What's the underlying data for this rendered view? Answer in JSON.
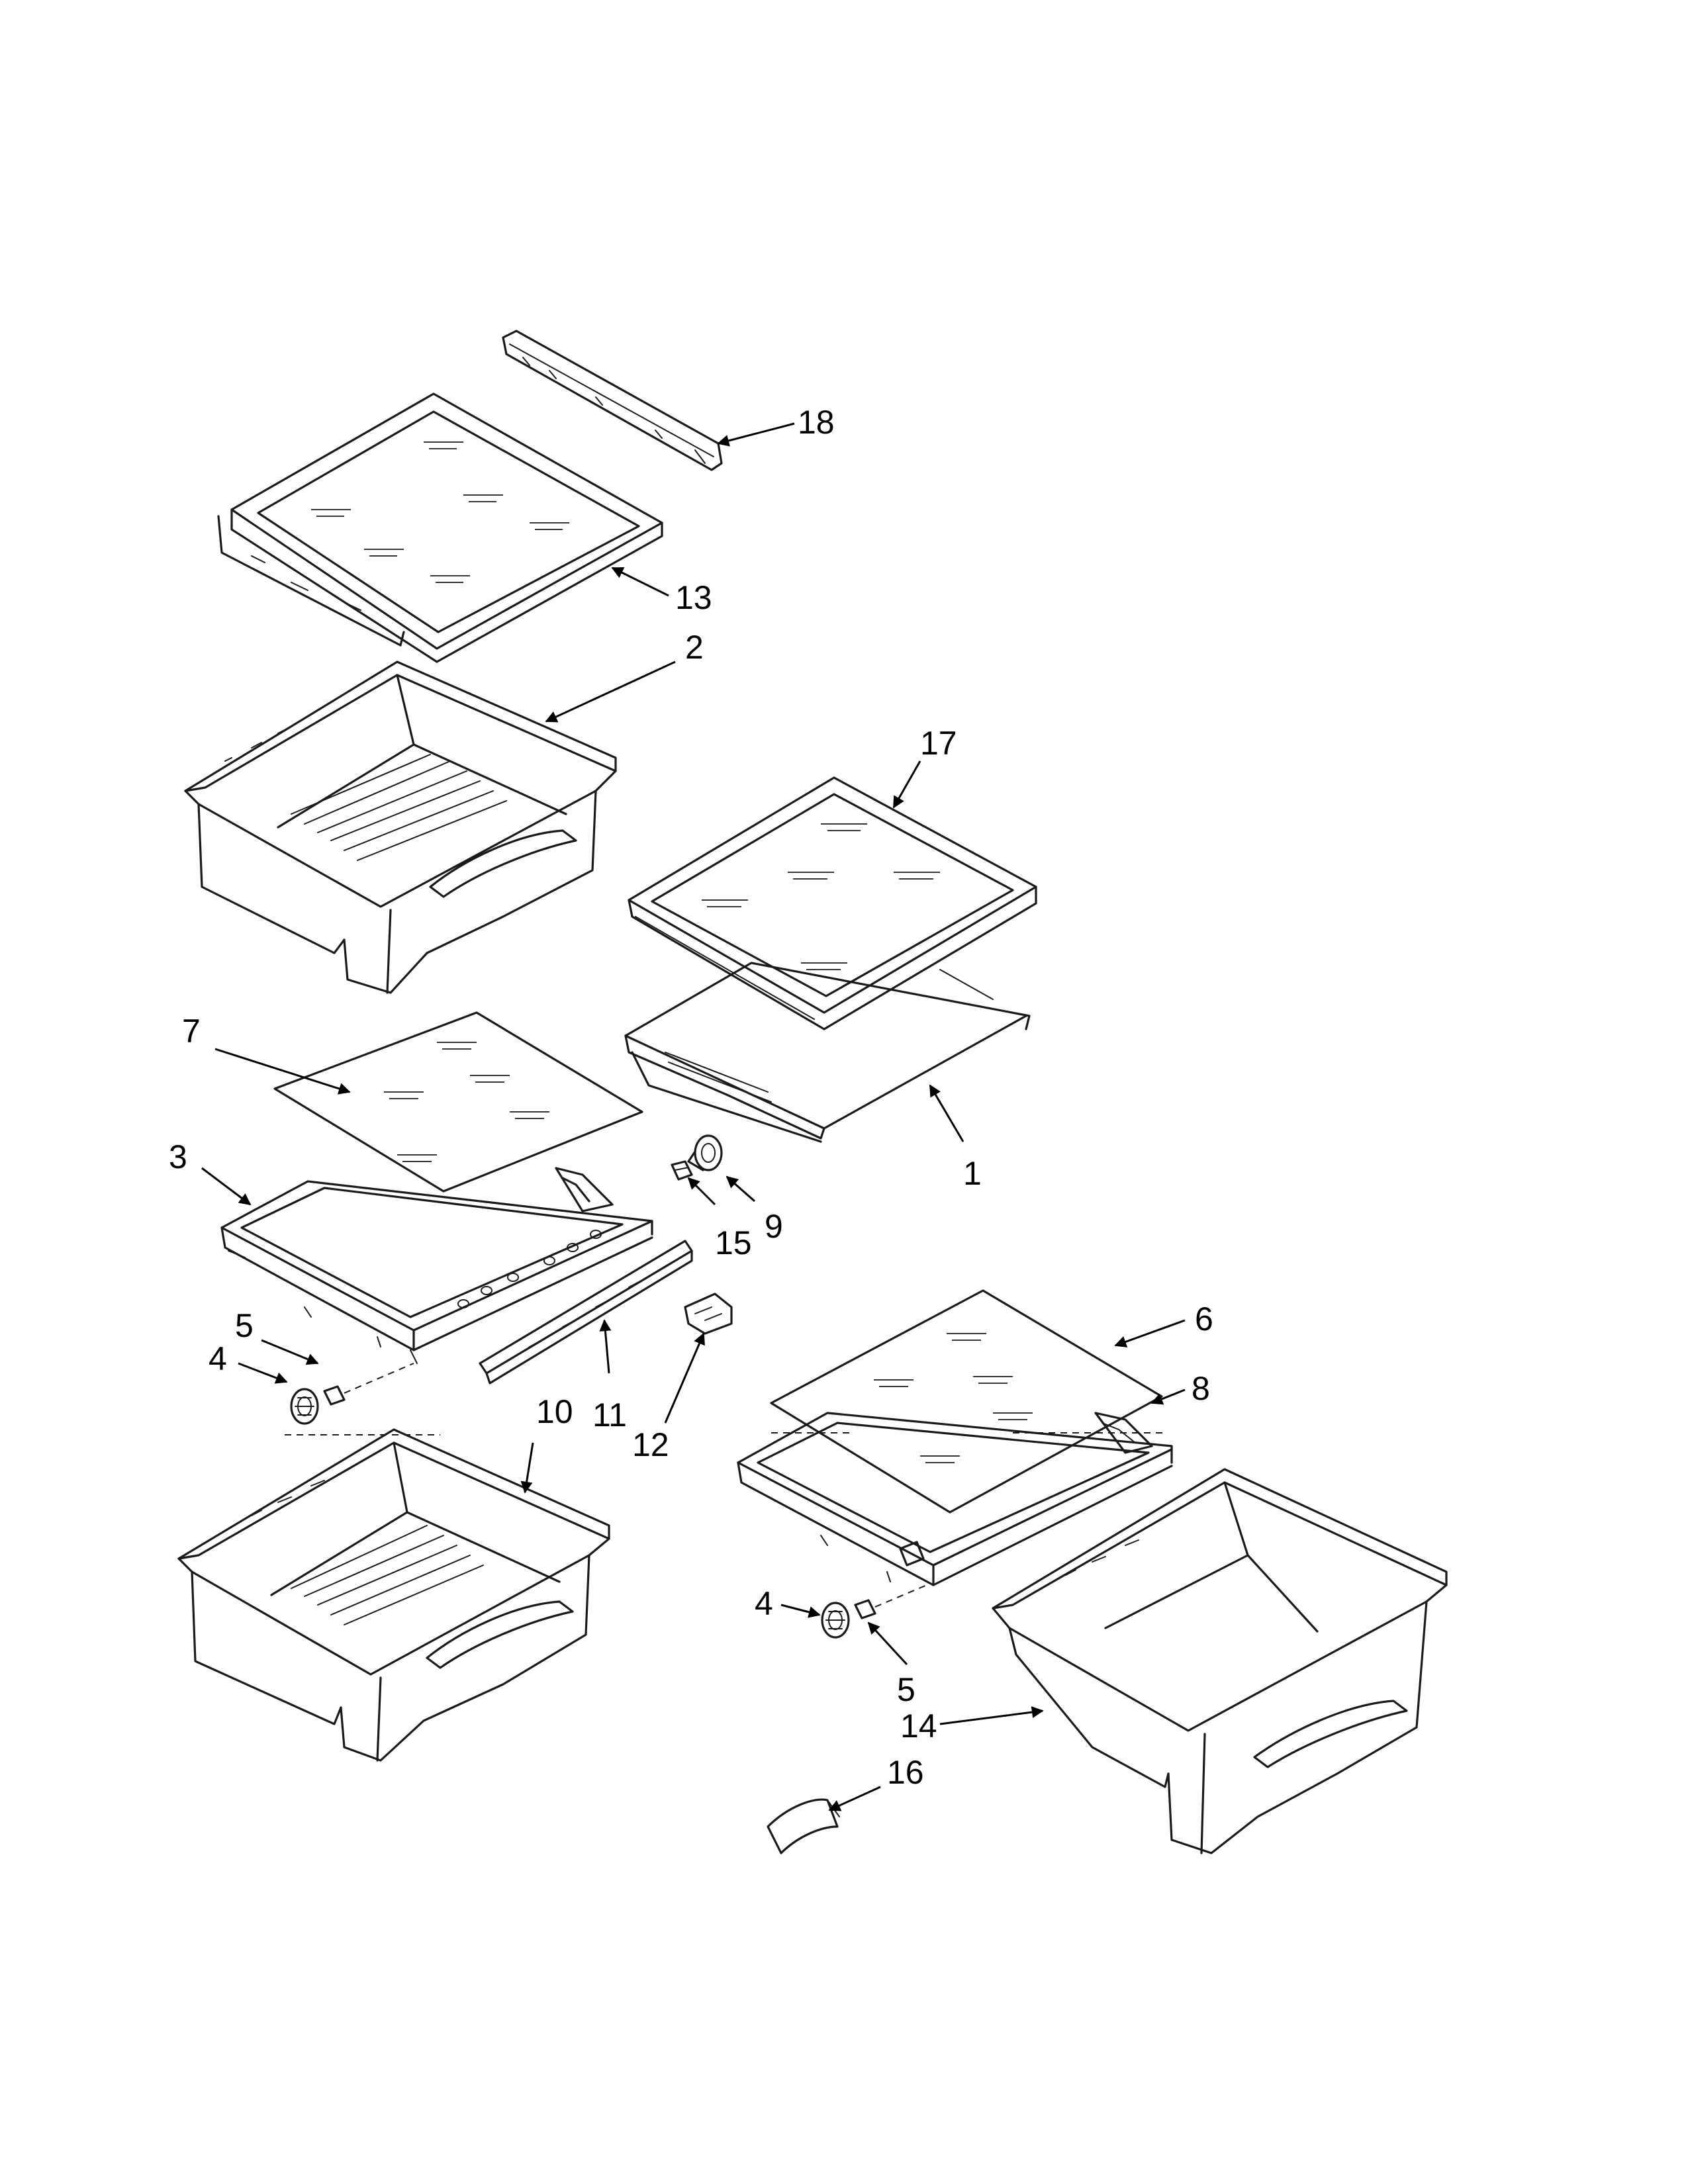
{
  "labels": {
    "l18": "18",
    "l13": "13",
    "l2": "2",
    "l17": "17",
    "l7": "7",
    "l1": "1",
    "l3": "3",
    "l9": "9",
    "l15": "15",
    "l5a": "5",
    "l4a": "4",
    "l10": "10",
    "l11": "11",
    "l12": "12",
    "l6": "6",
    "l8": "8",
    "l4b": "4",
    "l5b": "5",
    "l14": "14",
    "l16": "16"
  }
}
